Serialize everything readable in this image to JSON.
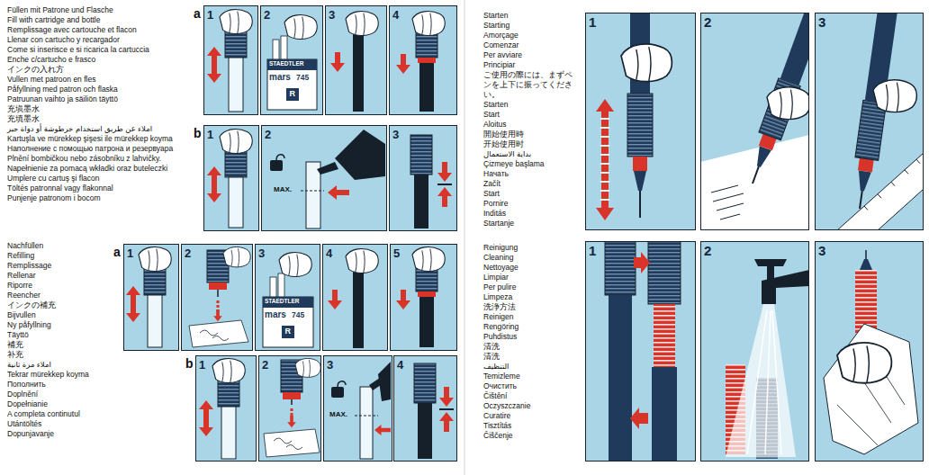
{
  "diagram": {
    "nodes": [
      {
        "text": [
          "a"
        ]
      },
      {
        "text": [
          "1"
        ],
        "in": 0
      },
      {
        "text": [
          "2"
        ],
        "in": 0
      },
      {
        "text": [
          "3"
        ],
        "in": 0
      },
      {
        "text": [
          "4"
        ],
        "in": 0
      },
      {
        "text": [
          "b"
        ]
      },
      {
        "text": [
          "1"
        ],
        "in": 5
      },
      {
        "text": [
          "2"
        ],
        "in": 5
      },
      {
        "text": [
          "3"
        ],
        "in": 5
      },
      {
        "text": [
          "a"
        ]
      },
      {
        "text": [
          "1"
        ],
        "in": 9
      },
      {
        "text": [
          "2"
        ],
        "in": 9
      },
      {
        "text": [
          "3"
        ],
        "in": 9
      },
      {
        "text": [
          "4"
        ],
        "in": 9
      },
      {
        "text": [
          "5"
        ],
        "in": 9
      },
      {
        "text": [
          "b"
        ]
      },
      {
        "text": [
          "1"
        ],
        "in": 15
      },
      {
        "text": [
          "2"
        ],
        "in": 15
      },
      {
        "text": [
          "3"
        ],
        "in": 15
      },
      {
        "text": [
          "4"
        ],
        "in": 15
      },
      {
        "text": [
          "1"
        ]
      },
      {
        "text": [
          "2"
        ]
      },
      {
        "text": [
          "3"
        ]
      },
      {
        "text": [
          "1"
        ]
      },
      {
        "text": [
          "2"
        ]
      },
      {
        "text": [
          "3"
        ]
      }
    ],
    "labels": [
      "Füllen mit Patrone und Flasche",
      "Fill with cartridge and bottle",
      "Remplissage avec cartouche et flacon",
      "Llenar con cartucho y recargador",
      "Come si inserisce e si ricarica la cartuccia",
      "Enche c/cartucho e frasco",
      "インクの入れ方",
      "Vullen met patroon en fles",
      "Påfyllning med patron och flaska",
      "Patruunan vaihto ja säiliön täyttö",
      "充塡墨水",
      "充填墨水",
      "املاء عن طريق استخدام خرطوشة أو دواة حبر",
      "Kartuşla ve mürekkep şişesi ile mürekkep koyma",
      "Наполнение с помощью патрона и резервуара",
      "Plnění bombičkou nebo zásobníku z lahvičky.",
      "Napełnienie za pomacą wkładki oraz buteleczki",
      "Umplere cu cartuş şi flacon",
      "Töltés patronnal vagy flakonnal",
      "Punjenje patronom i bocom",
      "STAEDTLER",
      "mars",
      "745",
      "R",
      "MAX.",
      "Nachfüllen",
      "Refilling",
      "Remplissage",
      "Rellenar",
      "Riporre",
      "Reencher",
      "インクの補充",
      "Bijvullen",
      "Ny påfyllning",
      "Täyttö",
      "補充",
      "补充",
      "املاء مرة ثانية",
      "Tekrar mürekkep koyma",
      "Пополнить",
      "Doplnění",
      "Dopełnianie",
      "A completa continutul",
      "Utántöltés",
      "Dopunjavanje",
      "STAEDTLER",
      "mars",
      "745",
      "R",
      "MAX.",
      "Starten",
      "Starting",
      "Amorçage",
      "Comenzar",
      "Per avviare",
      "Principiar",
      "ご使用の際には、まずペンを上下に振ってください。",
      "Starten",
      "Start",
      "Aloitus",
      "開始使用時",
      "开始使用时",
      "بداية الاستعمال",
      "Çizmeye başlama",
      "Начать",
      "Začít",
      "Start",
      "Pornire",
      "Inditás",
      "Startanje",
      "Reinigung",
      "Cleaning",
      "Nettoyage",
      "Limpiar",
      "Per pulire",
      "Limpeza",
      "洗浄方法",
      "Reinigen",
      "Rengöring",
      "Puhdistus",
      "清洗",
      "清洗",
      "التنظيف",
      "Temizleme",
      "Очистить",
      "Čištění",
      "Oczyszczanie",
      "Curatire",
      "Tisztítás",
      "Čiščenje"
    ]
  }
}
